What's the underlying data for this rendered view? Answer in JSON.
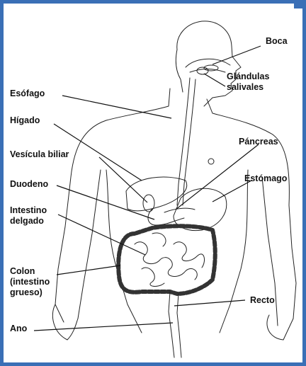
{
  "labels": {
    "boca": "Boca",
    "glandulas": "Glándulas\nsalivales",
    "esofago": "Esófago",
    "higado": "Hígado",
    "pancreas": "Páncreas",
    "vesicula": "Vesícula biliar",
    "estomago": "Estómago",
    "duodeno": "Duodeno",
    "intestino_delgado": "Intestino\ndelgado",
    "colon": "Colon\n(intestino\ngrueso)",
    "recto": "Recto",
    "ano": "Ano"
  },
  "colors": {
    "border": "#3a6fb6",
    "ink": "#111111"
  }
}
